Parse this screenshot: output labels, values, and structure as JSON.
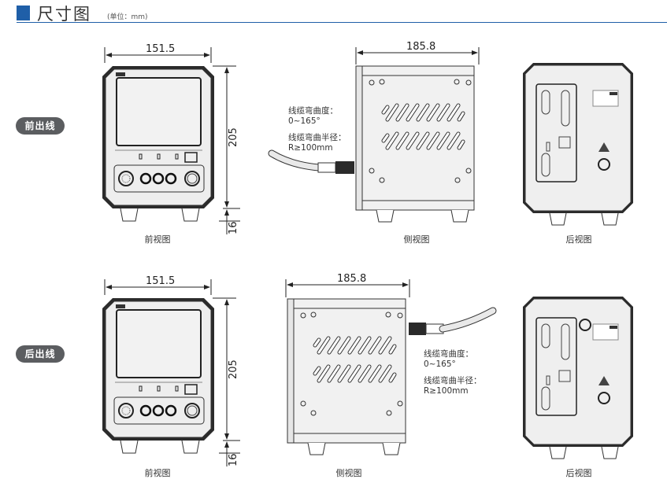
{
  "header": {
    "title": "尺寸图",
    "unit": "(单位：mm)",
    "accent_color": "#1f5fa8"
  },
  "rows": [
    {
      "label": "前出线",
      "front": {
        "caption": "前视图",
        "width_dim": "151.5",
        "height_dim": "205",
        "foot_dim": "16"
      },
      "side": {
        "caption": "侧视图",
        "depth_dim": "185.8"
      },
      "rear": {
        "caption": "后视图"
      },
      "notes": {
        "bend_angle_label": "线缆弯曲度：",
        "bend_angle_value": "0~165°",
        "bend_radius_label": "线缆弯曲半径：",
        "bend_radius_value": "R≥100mm"
      }
    },
    {
      "label": "后出线",
      "front": {
        "caption": "前视图",
        "width_dim": "151.5",
        "height_dim": "205",
        "foot_dim": "16"
      },
      "side": {
        "caption": "侧视图",
        "depth_dim": "185.8"
      },
      "rear": {
        "caption": "后视图"
      },
      "notes": {
        "bend_angle_label": "线缆弯曲度：",
        "bend_angle_value": "0~165°",
        "bend_radius_label": "线缆弯曲半径：",
        "bend_radius_value": "R≥100mm"
      }
    }
  ]
}
